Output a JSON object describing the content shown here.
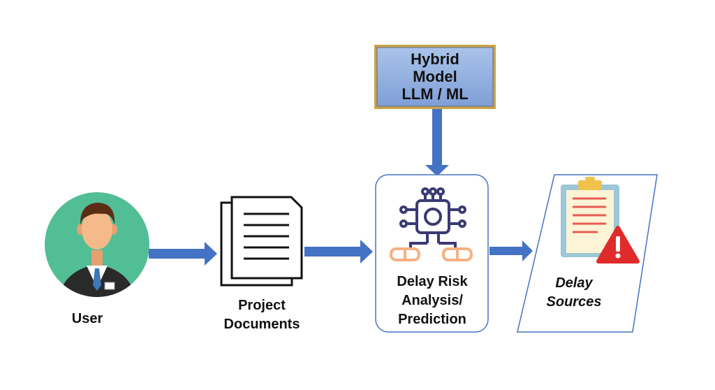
{
  "model_box": {
    "lines": [
      "Hybrid",
      "Model",
      "LLM / ML"
    ]
  },
  "user": {
    "label": "User"
  },
  "documents": {
    "lines": [
      "Project",
      "Documents"
    ]
  },
  "analysis": {
    "lines": [
      "Delay Risk",
      "Analysis/",
      "Prediction"
    ]
  },
  "output": {
    "lines": [
      "Delay",
      "Sources"
    ]
  },
  "colors": {
    "arrow": "#4472c4",
    "model_fill": "#8faadc",
    "model_border": "#e8b84a",
    "analysis_border": "#4472c4",
    "network_icon": "#3b3a73",
    "network_nodes": "#f4b183",
    "user_bg": "#52be96",
    "warning": "#e02b2b"
  },
  "icons": [
    "user-avatar-icon",
    "documents-icon",
    "neural-network-icon",
    "clipboard-icon",
    "warning-icon"
  ]
}
